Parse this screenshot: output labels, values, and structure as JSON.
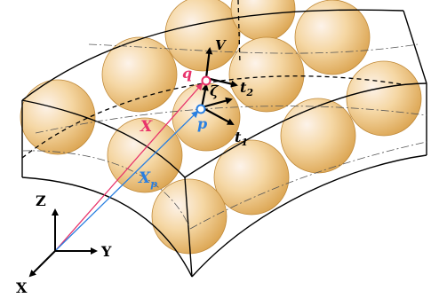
{
  "labels": {
    "q": "q",
    "p": "p",
    "X": "X",
    "Xp": "X",
    "Xp_sub": "p",
    "V": "V",
    "zeta": "ζ",
    "t2": "t",
    "t2_sub": "2",
    "t1": "t",
    "t1_sub": "1"
  },
  "axes": {
    "Z": "Z",
    "Y": "Y",
    "X": "X"
  },
  "colors": {
    "outline": "#000000",
    "sphere_light": "#fdf0e6",
    "sphere_mid": "#f6d9a6",
    "sphere_dark": "#dca24c",
    "sphere_stroke": "#c08a3a",
    "vector_X": "#e8336b",
    "vector_Xp": "#2a7fe0",
    "point_q": "#e8336b",
    "point_p": "#2a7fe0",
    "text_q": "#e8336b",
    "text_X": "#e8336b",
    "text_p": "#2a7fe0",
    "text_Xp": "#2a7fe0"
  }
}
